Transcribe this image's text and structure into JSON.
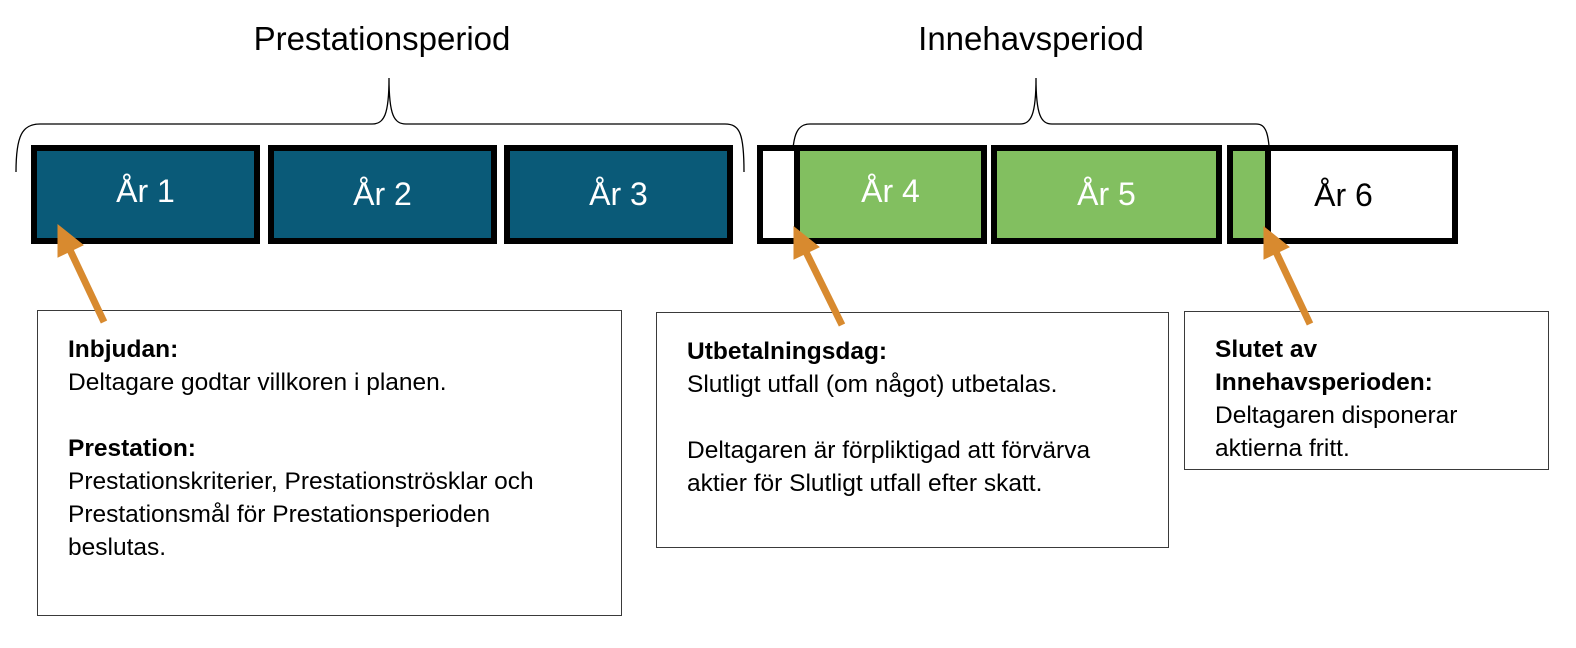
{
  "periods": {
    "performance": "Prestationsperiod",
    "holding": "Innehavsperiod"
  },
  "years": [
    "År 1",
    "År 2",
    "År 3",
    "År 4",
    "År 5",
    "År 6"
  ],
  "colors": {
    "performance_fill": "#0a5a78",
    "holding_fill": "#82bf60",
    "arrow": "#d88a2f",
    "outline": "#000000"
  },
  "boxes": {
    "invitation": {
      "heading": "Inbjudan:",
      "text": "Deltagare godtar villkoren i planen.",
      "heading2": "Prestation:",
      "text2_line1": "Prestationskriterier, Prestationströsklar och",
      "text2_line2": "Prestationsmål för Prestationsperioden",
      "text2_line3": "beslutas."
    },
    "payout": {
      "heading": "Utbetalningsdag:",
      "text": "Slutligt utfall (om något) utbetalas.",
      "text2_line1": "Deltagaren är förpliktigad att förvärva",
      "text2_line2": "aktier för Slutligt utfall efter skatt."
    },
    "end": {
      "heading_line1": "Slutet av",
      "heading_line2": "Innehavsperioden:",
      "text_line1": "Deltagaren disponerar",
      "text_line2": "aktierna fritt."
    }
  }
}
